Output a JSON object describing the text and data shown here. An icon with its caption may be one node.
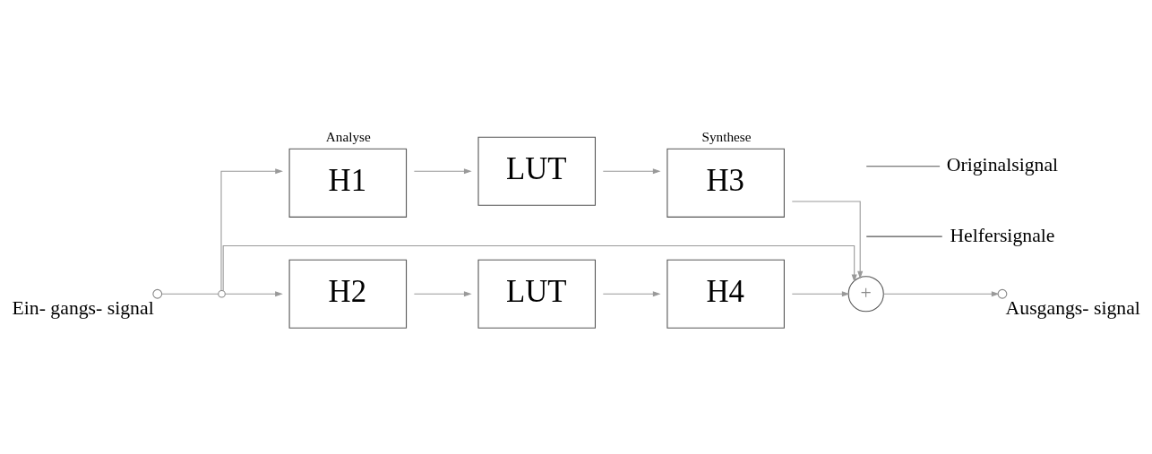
{
  "diagram": {
    "nodes": [
      {
        "text": [],
        "shape": "circle",
        "beside": [
          "Ein- gangs- signal"
        ]
      },
      {
        "text": [],
        "shape": "circle"
      },
      {
        "text": [
          "H1"
        ],
        "beside": [
          "Analyse"
        ]
      },
      {
        "text": [
          "LUT"
        ]
      },
      {
        "text": [
          "H3"
        ],
        "beside": [
          "Synthese"
        ]
      },
      {
        "text": [
          "H2"
        ]
      },
      {
        "text": [
          "LUT"
        ]
      },
      {
        "text": [
          "H4"
        ]
      },
      {
        "text": [
          "+"
        ]
      },
      {
        "text": [],
        "shape": "circle",
        "beside": [
          "Ausgangs- signal"
        ]
      },
      {
        "text": [
          "Helfersignale"
        ]
      },
      {
        "text": [
          "Originalsignal"
        ]
      }
    ],
    "edges": [
      {
        "from": 0,
        "to": 1,
        "arrow": "none"
      },
      {
        "from": 1,
        "to": 2,
        "arrow": "to"
      },
      {
        "from": 1,
        "to": 5,
        "arrow": "to"
      },
      {
        "from": 2,
        "to": 3,
        "arrow": "to"
      },
      {
        "from": 3,
        "to": 4,
        "arrow": "to"
      },
      {
        "from": 5,
        "to": 6,
        "arrow": "to"
      },
      {
        "from": 6,
        "to": 7,
        "arrow": "to"
      },
      {
        "from": 4,
        "to": 8,
        "arrow": "to"
      },
      {
        "from": 7,
        "to": 8,
        "arrow": "to"
      },
      {
        "from": 1,
        "to": 8,
        "arrow": "to"
      },
      {
        "from": 8,
        "to": 9,
        "arrow": "to"
      },
      {
        "from": 10,
        "to": null,
        "arrow": "none"
      },
      {
        "from": 11,
        "to": null,
        "arrow": "none"
      }
    ]
  }
}
